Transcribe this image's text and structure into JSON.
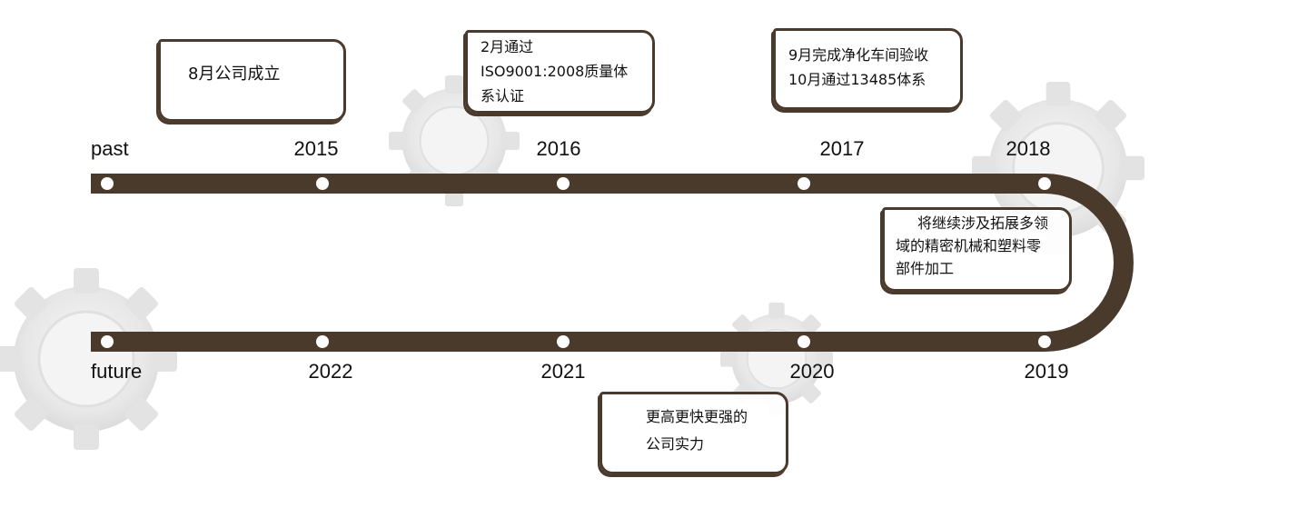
{
  "colors": {
    "track": "#4a3a2c",
    "dot": "#ffffff",
    "note_border": "#4a3a2c",
    "gear": "#e9e9e9"
  },
  "timeline": {
    "start_label": "past",
    "end_label": "future",
    "top_years": [
      "2015",
      "2016",
      "2017",
      "2018"
    ],
    "bottom_years": [
      "2022",
      "2021",
      "2020",
      "2019"
    ]
  },
  "notes": {
    "n2015": [
      "8月公司成立"
    ],
    "n2016": [
      "2月通过",
      "ISO9001:2008质量体",
      "系认证"
    ],
    "n2017": [
      "9月完成净化车间验收",
      "10月通过13485体系"
    ],
    "n2018": [
      "将继续涉及拓展多领",
      "域的精密机械和塑料零",
      "部件加工"
    ],
    "n2020": [
      "更高更快更强的",
      "公司实力"
    ]
  }
}
